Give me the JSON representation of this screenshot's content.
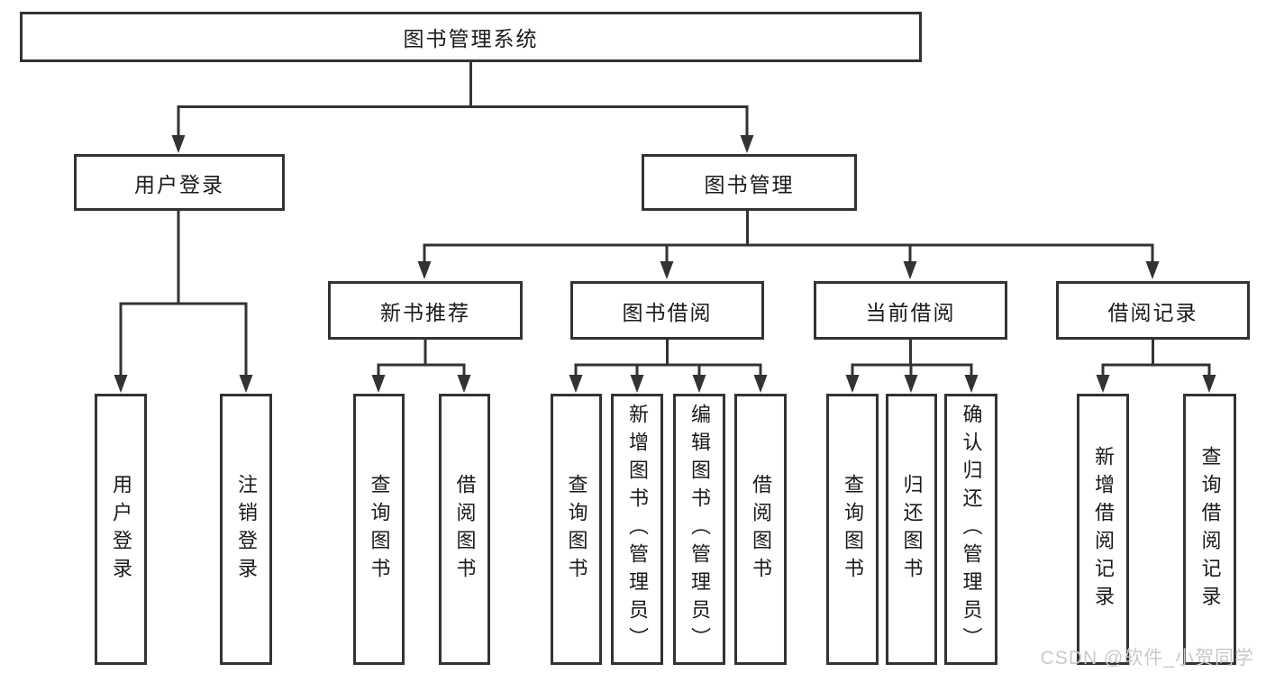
{
  "diagram": {
    "title": "图书管理系统",
    "type": "hierarchy-tree",
    "watermark": "CSDN @软件_小贺同学",
    "colors": {
      "line": "#333333",
      "box_border": "#333333",
      "box_fill": "#ffffff",
      "text": "#1a1a1a",
      "background": "#ffffff",
      "watermark": "#c9c9c9"
    },
    "root": {
      "label": "图书管理系统",
      "children": [
        {
          "label": "用户登录",
          "children": [
            {
              "label": "用户登录"
            },
            {
              "label": "注销登录"
            }
          ]
        },
        {
          "label": "图书管理",
          "children": [
            {
              "label": "新书推荐",
              "children": [
                {
                  "label": "查询图书"
                },
                {
                  "label": "借阅图书"
                }
              ]
            },
            {
              "label": "图书借阅",
              "children": [
                {
                  "label": "查询图书"
                },
                {
                  "label": "新增图书（管理员）"
                },
                {
                  "label": "编辑图书（管理员）"
                },
                {
                  "label": "借阅图书"
                }
              ]
            },
            {
              "label": "当前借阅",
              "children": [
                {
                  "label": "查询图书"
                },
                {
                  "label": "归还图书"
                },
                {
                  "label": "确认归还（管理员）"
                }
              ]
            },
            {
              "label": "借阅记录",
              "children": [
                {
                  "label": "新增借阅记录"
                },
                {
                  "label": "查询借阅记录"
                }
              ]
            }
          ]
        }
      ]
    }
  }
}
